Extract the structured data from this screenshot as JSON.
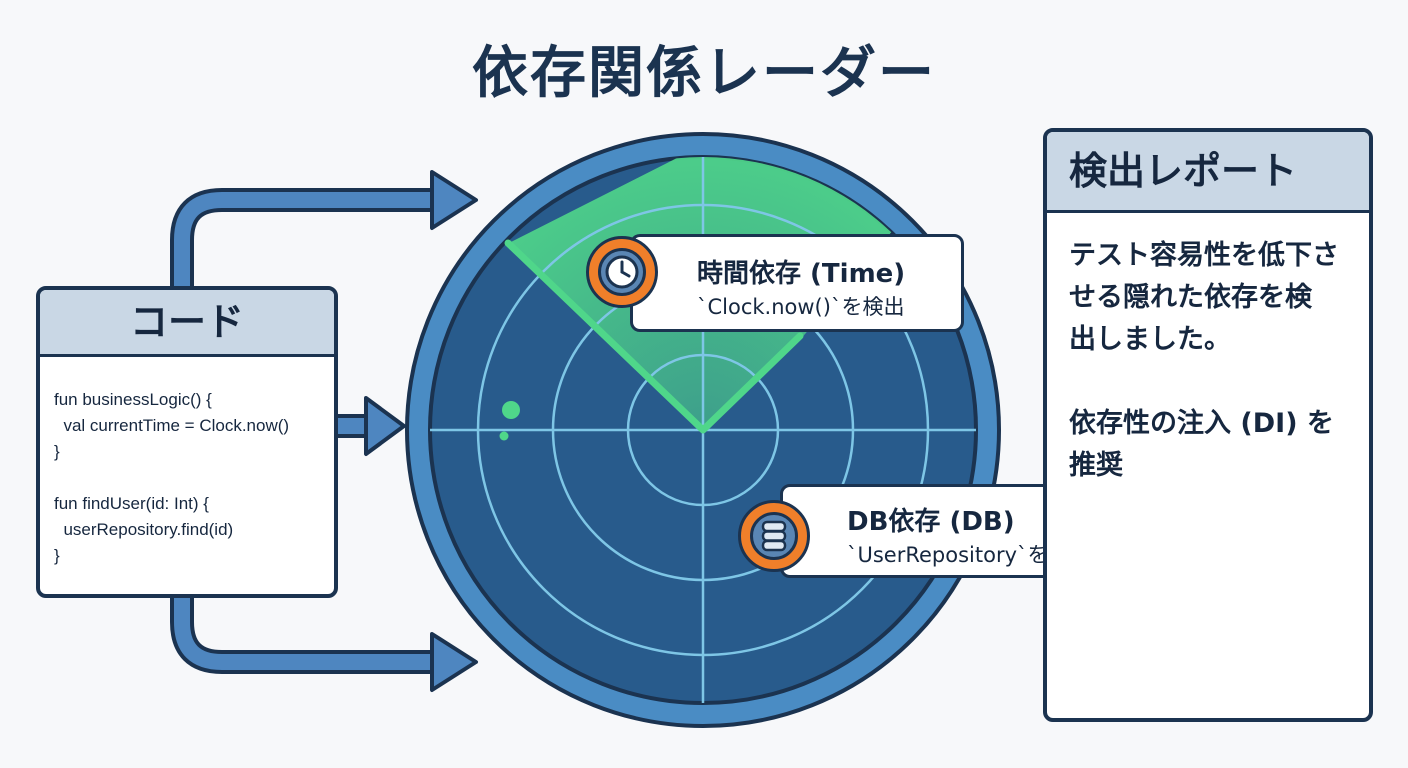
{
  "title": "依存関係レーダー",
  "code_panel": {
    "heading": "コード",
    "lines": [
      "fun businessLogic() {",
      "  val currentTime = Clock.now()",
      "}",
      "",
      "fun findUser(id: Int) {",
      "  userRepository.find(id)",
      "}"
    ]
  },
  "detections": {
    "time": {
      "title": "時間依存 (Time)",
      "subtitle": "`Clock.now()`を検出",
      "icon": "clock-icon"
    },
    "db": {
      "title": "DB依存 (DB)",
      "subtitle": "`UserRepository`を検出",
      "icon": "database-icon"
    }
  },
  "report": {
    "heading": "検出レポート",
    "p1_lines": [
      "テスト容易性を低下さ",
      "せる隠れた依存を検",
      "出しました。"
    ],
    "p2_lines": [
      "依存性の注入 (DI) を",
      "推奨"
    ]
  },
  "colors": {
    "radar_bg": "#285b8c",
    "radar_ring": "#4a8cc4",
    "radar_grid": "#7ec6e6",
    "sweep": "#4fd68a",
    "accent_orange": "#f07f2a",
    "outline": "#1b3350",
    "header_bg": "#c9d7e5"
  }
}
